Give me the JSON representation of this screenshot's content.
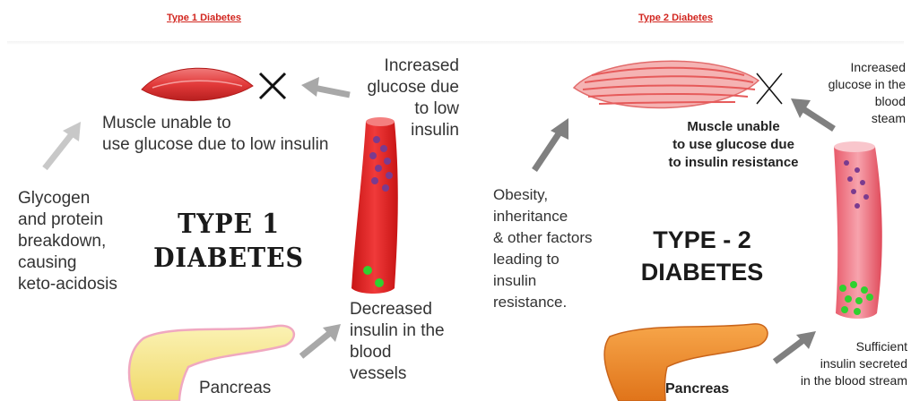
{
  "left_panel": {
    "header": "Type 1 Diabetes",
    "title_line1": "TYPE 1",
    "title_line2": "DIABETES",
    "muscle_text": "Muscle unable to\nuse glucose due to low insulin",
    "glucose_text": "Increased\nglucose due\nto low\ninsulin",
    "glycogen_text": "Glycogen\nand protein\nbreakdown,\ncausing\nketo-acidosis",
    "insulin_text": "Decreased\ninsulin in the\nblood\nvessels",
    "pancreas_label": "Pancreas"
  },
  "right_panel": {
    "header": "Type 2 Diabetes",
    "title_line1": "TYPE - 2",
    "title_line2": "DIABETES",
    "muscle_text": "Muscle unable\nto use glucose due\nto insulin resistance",
    "glucose_text": "Increased\nglucose in the\nblood\nsteam",
    "obesity_text": "Obesity,\ninheritance\n& other factors\nleading to\ninsulin\nresistance.",
    "insulin_text": "Sufficient\ninsulin secreted\nin the blood stream",
    "pancreas_label": "Pancreas"
  },
  "colors": {
    "header_red": "#d2261f",
    "muscle_red": "#e23a3a",
    "vessel_red": "#ee2b2b",
    "glucose_purple": "#7a3b8f",
    "insulin_green": "#2fd12f",
    "pancreas_yellow": "#f4e38a",
    "pancreas_orange": "#f08a2a",
    "arrow_gray": "#a8a8a8"
  }
}
